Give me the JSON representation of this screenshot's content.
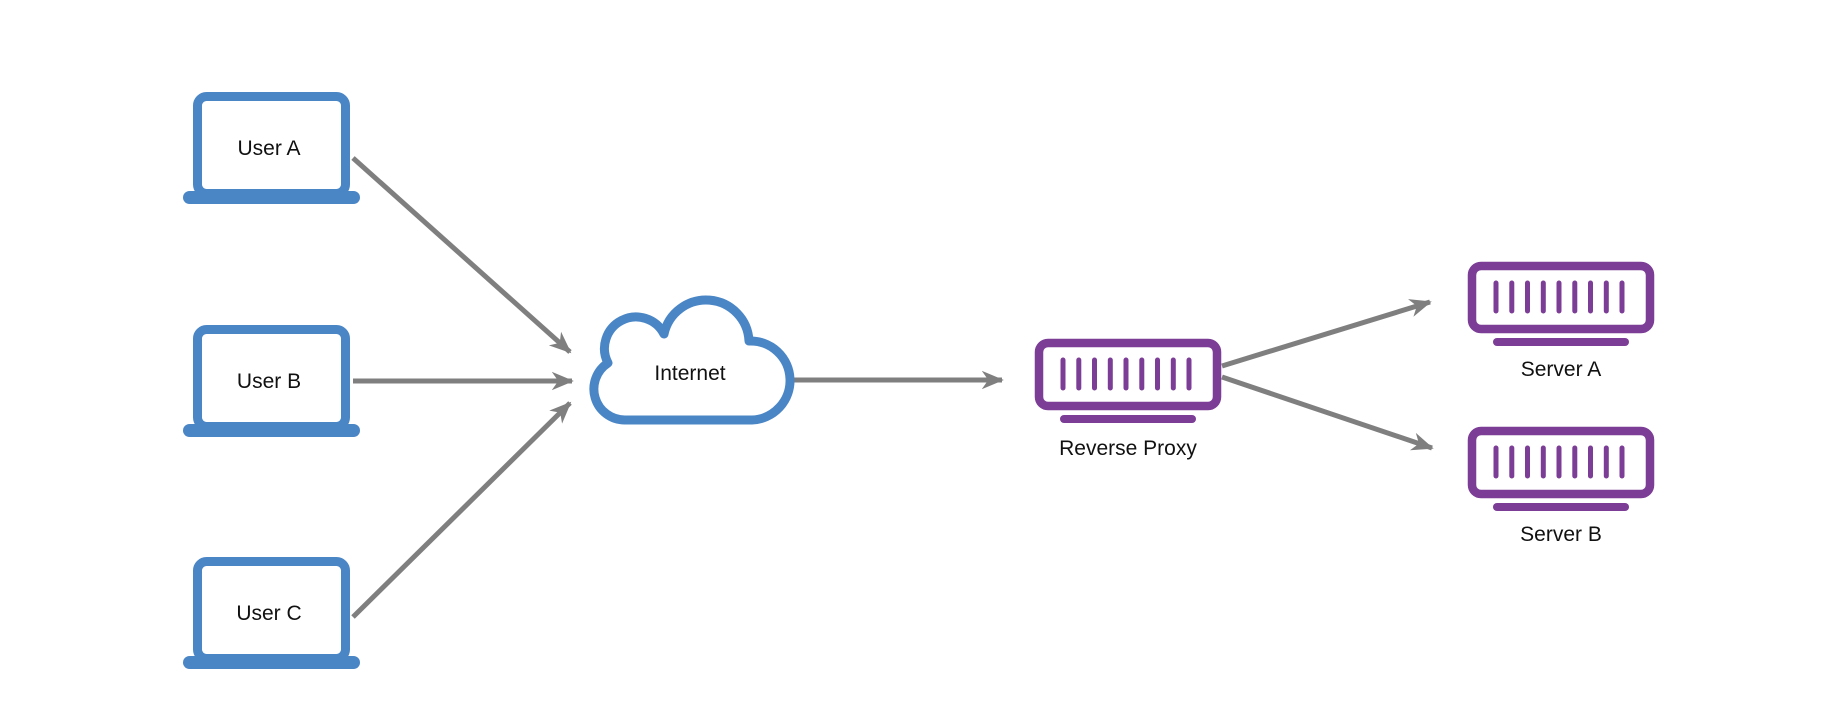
{
  "diagram": {
    "colors": {
      "client-blue": "#4a86c6",
      "server-purple": "#7b3d95",
      "arrow-gray": "#7f7f7f",
      "label-black": "#111111",
      "background": "#ffffff"
    },
    "nodes": {
      "user_a": {
        "label": "User A",
        "icon": "laptop-icon"
      },
      "user_b": {
        "label": "User B",
        "icon": "laptop-icon"
      },
      "user_c": {
        "label": "User C",
        "icon": "laptop-icon"
      },
      "internet": {
        "label": "Internet",
        "icon": "cloud-icon"
      },
      "reverse_proxy": {
        "label": "Reverse Proxy",
        "icon": "server-icon"
      },
      "server_a": {
        "label": "Server A",
        "icon": "server-icon"
      },
      "server_b": {
        "label": "Server B",
        "icon": "server-icon"
      }
    },
    "edges": [
      {
        "from": "User A",
        "to": "Internet"
      },
      {
        "from": "User B",
        "to": "Internet"
      },
      {
        "from": "User C",
        "to": "Internet"
      },
      {
        "from": "Internet",
        "to": "Reverse Proxy"
      },
      {
        "from": "Reverse Proxy",
        "to": "Server A"
      },
      {
        "from": "Reverse Proxy",
        "to": "Server B"
      }
    ]
  }
}
